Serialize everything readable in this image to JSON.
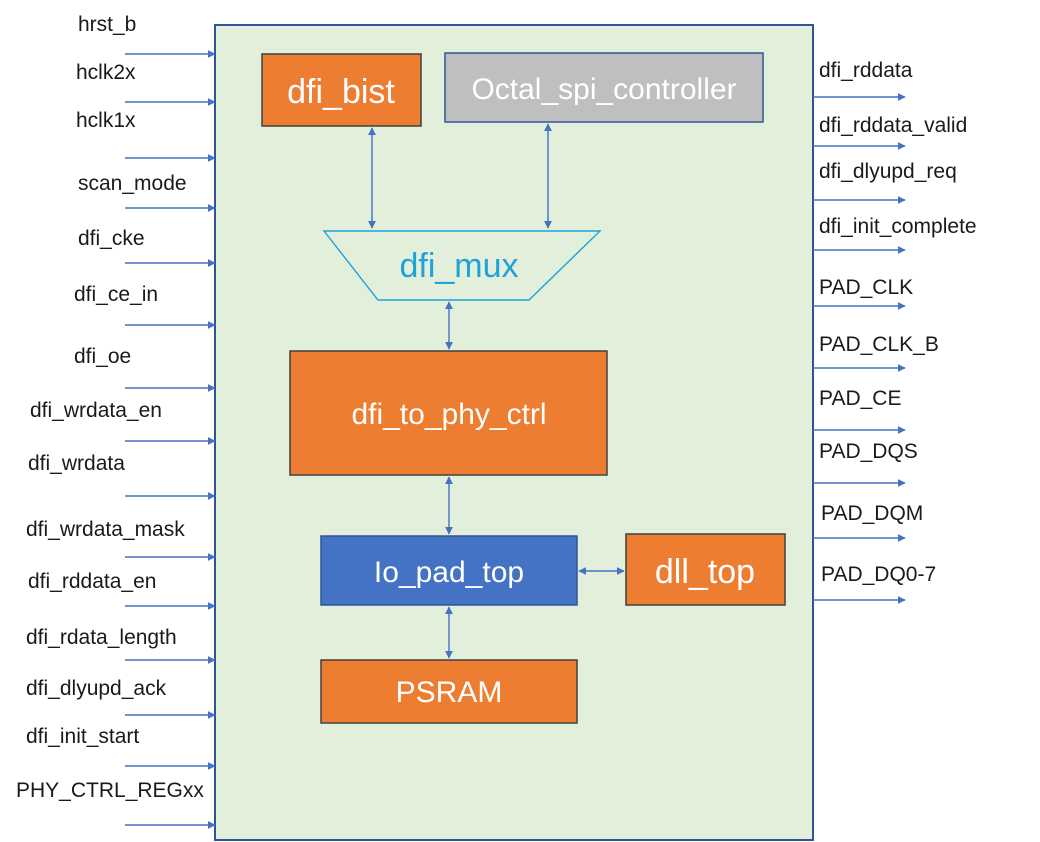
{
  "inputs": [
    "hrst_b",
    "hclk2x",
    "hclk1x",
    "scan_mode",
    "dfi_cke",
    "dfi_ce_in",
    "dfi_oe",
    "dfi_wrdata_en",
    "dfi_wrdata",
    "dfi_wrdata_mask",
    "dfi_rddata_en",
    "dfi_rdata_length",
    "dfi_dlyupd_ack",
    "dfi_init_start",
    "PHY_CTRL_REGxx"
  ],
  "outputs": [
    "dfi_rddata",
    "dfi_rddata_valid",
    "dfi_dlyupd_req",
    "dfi_init_complete",
    "PAD_CLK",
    "PAD_CLK_B",
    "PAD_CE",
    "PAD_DQS",
    "PAD_DQM",
    "PAD_DQ0-7"
  ],
  "blocks": {
    "dfi_bist": "dfi_bist",
    "octal_spi": "Octal_spi_controller",
    "dfi_mux": "dfi_mux",
    "dfi_to_phy_ctrl": "dfi_to_phy_ctrl",
    "io_pad_top": "Io_pad_top",
    "dll_top": "dll_top",
    "psram": "PSRAM"
  },
  "colors": {
    "container_fill": "#e2efda",
    "container_stroke": "#2f5597",
    "orange": "#ed7d31",
    "gray": "#bfbfbf",
    "blue": "#4472c4",
    "mux_stroke": "#1fa2dc",
    "wire": "#4472c4"
  }
}
